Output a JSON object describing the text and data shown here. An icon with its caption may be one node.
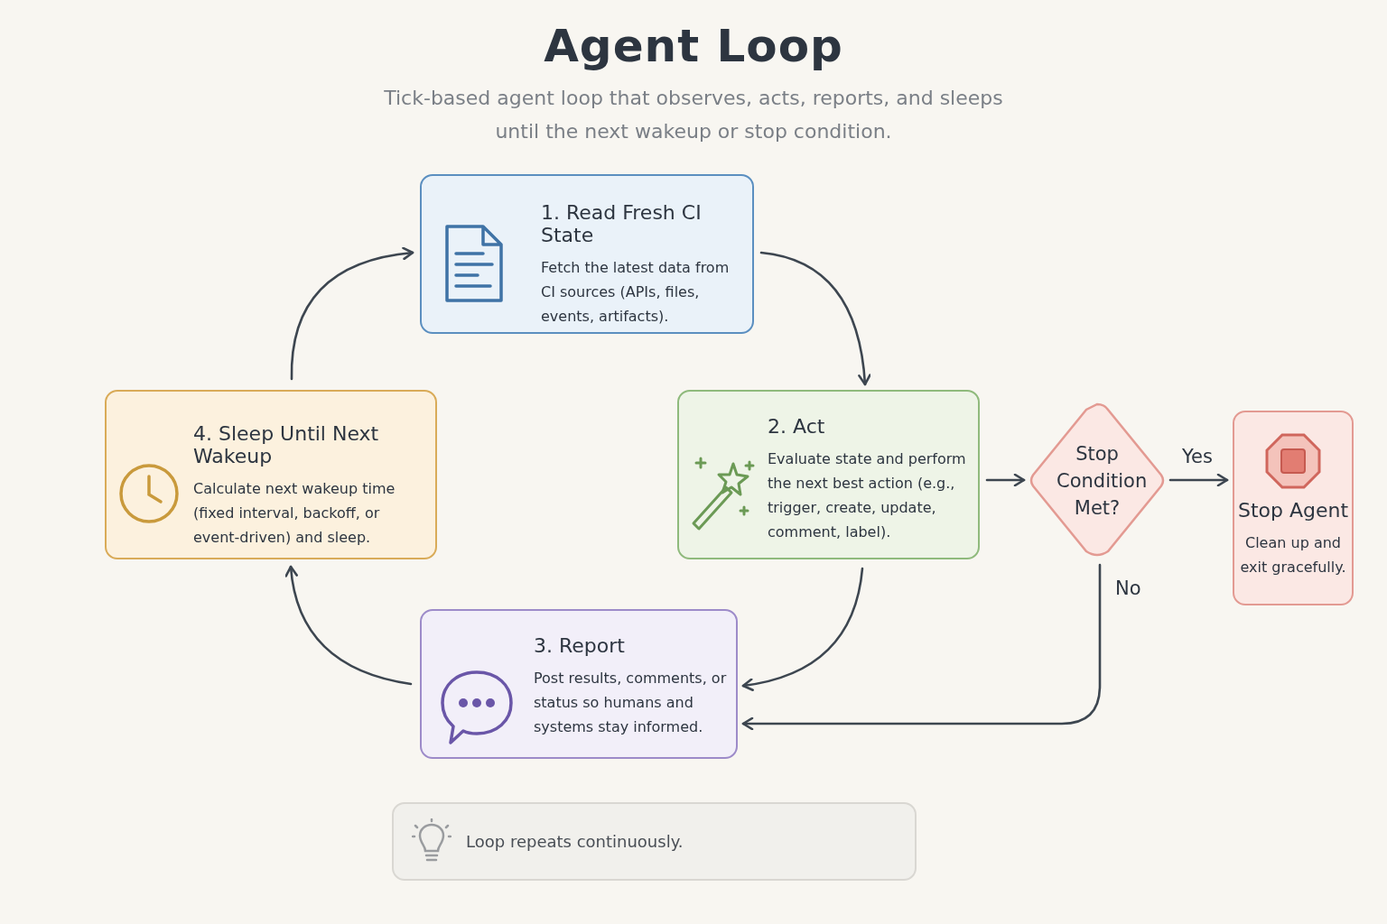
{
  "diagram": {
    "title": "Agent Loop",
    "caption": "Tick-based agent loop that observes, acts, reports, and sleeps until the next wakeup or stop condition.",
    "nodes": [
      {
        "text": [
          "1. Read Fresh CI State",
          "Fetch the latest data from CI sources (APIs, files, events, artifacts)."
        ]
      },
      {
        "text": [
          "2. Act",
          "Evaluate state and perform the next best action (e.g., trigger, create, update, comment, label)."
        ]
      },
      {
        "text": [
          "3. Report",
          "Post results, comments, or status so humans and systems stay informed."
        ]
      },
      {
        "text": [
          "4. Sleep Until Next Wakeup",
          "Calculate next wakeup time (fixed interval, backoff, or event-driven) and sleep."
        ]
      },
      {
        "text": [
          "Stop Condition Met?"
        ]
      },
      {
        "text": [
          "Stop Agent",
          "Clean up and exit gracefully."
        ]
      },
      {
        "text": [
          "Loop repeats continuously."
        ]
      }
    ],
    "edges": [
      {
        "from": 0,
        "to": 1,
        "arrow": "to"
      },
      {
        "from": 1,
        "to": 2,
        "arrow": "to"
      },
      {
        "from": 2,
        "to": 3,
        "arrow": "to"
      },
      {
        "from": 3,
        "to": 0,
        "arrow": "to"
      },
      {
        "from": 1,
        "to": 4,
        "arrow": "to"
      },
      {
        "from": 4,
        "to": 5,
        "arrow": "to",
        "label": "Yes"
      },
      {
        "from": 4,
        "to": 2,
        "arrow": "to",
        "label": "No"
      }
    ]
  }
}
